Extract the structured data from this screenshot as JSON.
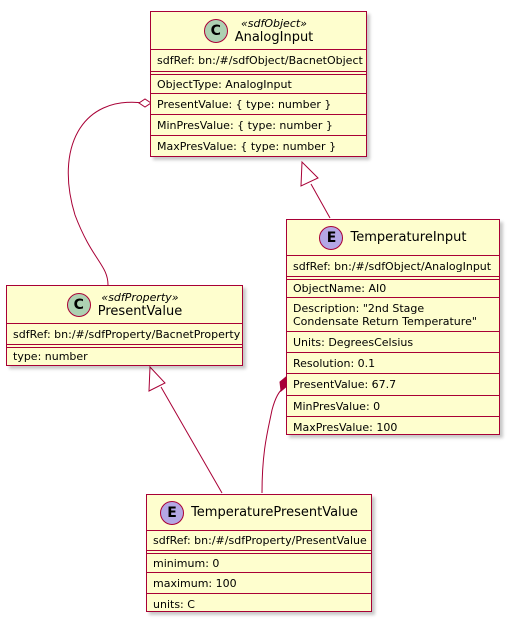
{
  "classes": {
    "analog_input": {
      "badge": "C",
      "stereotype": "«sdfObject»",
      "name": "AnalogInput",
      "ref": "sdfRef: bn:/#/sdfObject/BacnetObject",
      "fields": [
        "ObjectType: AnalogInput",
        "PresentValue: { type: number }",
        "MinPresValue: { type: number }",
        "MaxPresValue: { type: number }"
      ]
    },
    "temperature_input": {
      "badge": "E",
      "name": "TemperatureInput",
      "ref": "sdfRef: bn:/#/sdfObject/AnalogInput",
      "fields": [
        "ObjectName: AI0",
        "Description: \"2nd Stage Condensate Return Temperature\"",
        "Units: DegreesCelsius",
        "Resolution: 0.1",
        "PresentValue: 67.7",
        "MinPresValue: 0",
        "MaxPresValue: 100"
      ]
    },
    "present_value": {
      "badge": "C",
      "stereotype": "«sdfProperty»",
      "name": "PresentValue",
      "ref": "sdfRef: bn:/#/sdfProperty/BacnetProperty",
      "fields": [
        "type: number"
      ]
    },
    "temperature_present_value": {
      "badge": "E",
      "name": "TemperaturePresentValue",
      "ref": "sdfRef: bn:/#/sdfProperty/PresentValue",
      "fields": [
        "minimum: 0",
        "maximum: 100",
        "units: C"
      ]
    }
  },
  "relations": [
    {
      "kind": "aggregation",
      "from": "analog_input",
      "to": "present_value"
    },
    {
      "kind": "inheritance",
      "from": "temperature_input",
      "to": "analog_input"
    },
    {
      "kind": "inheritance",
      "from": "temperature_present_value",
      "to": "present_value"
    },
    {
      "kind": "composition",
      "from": "temperature_present_value",
      "to": "temperature_input"
    }
  ],
  "colors": {
    "border": "#A80036",
    "fill": "#FEFECE",
    "badge_class": "#ADD1B2",
    "badge_entity": "#B4A7E5"
  }
}
